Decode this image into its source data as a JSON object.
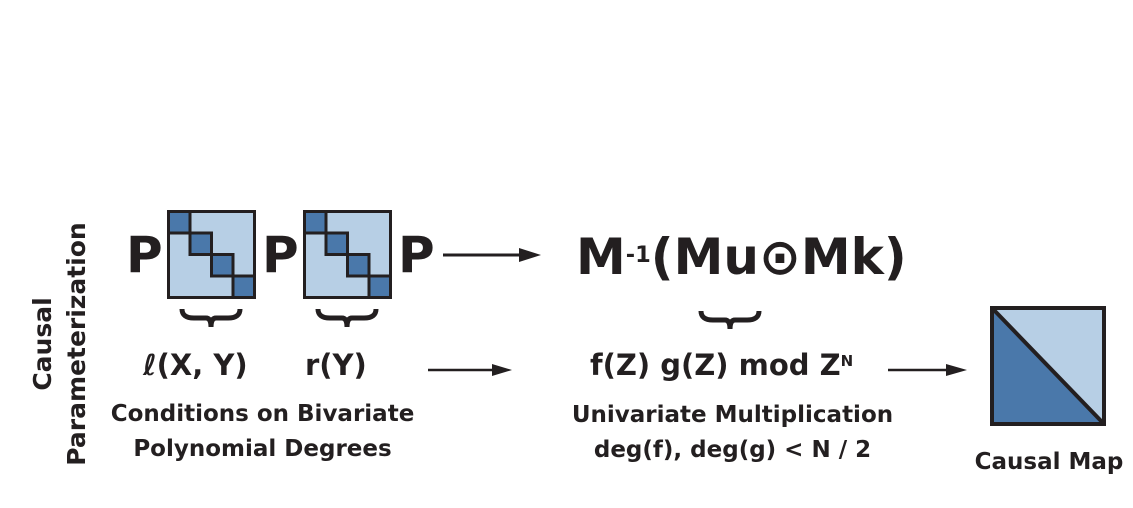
{
  "side_label": {
    "line1": "Causal",
    "line2": "Parameterization"
  },
  "top_expr": {
    "p": "P",
    "rhs_main": "M",
    "rhs_sup": "-1",
    "rhs_rest": "(Mu⊙Mk)"
  },
  "middle": {
    "ell": "ℓ(X, Y)",
    "r": "r(Y)",
    "fg": "f(Z) g(Z) mod Z",
    "fg_sup": "N"
  },
  "captions": {
    "left_line1": "Conditions on Bivariate",
    "left_line2": "Polynomial Degrees",
    "center_line1": "Univariate Multiplication",
    "center_line2": "deg(f), deg(g) < N / 2",
    "right": "Causal Map"
  },
  "colors": {
    "dark": "#4a78aa",
    "light": "#b7cfe5",
    "ink": "#231f20"
  }
}
